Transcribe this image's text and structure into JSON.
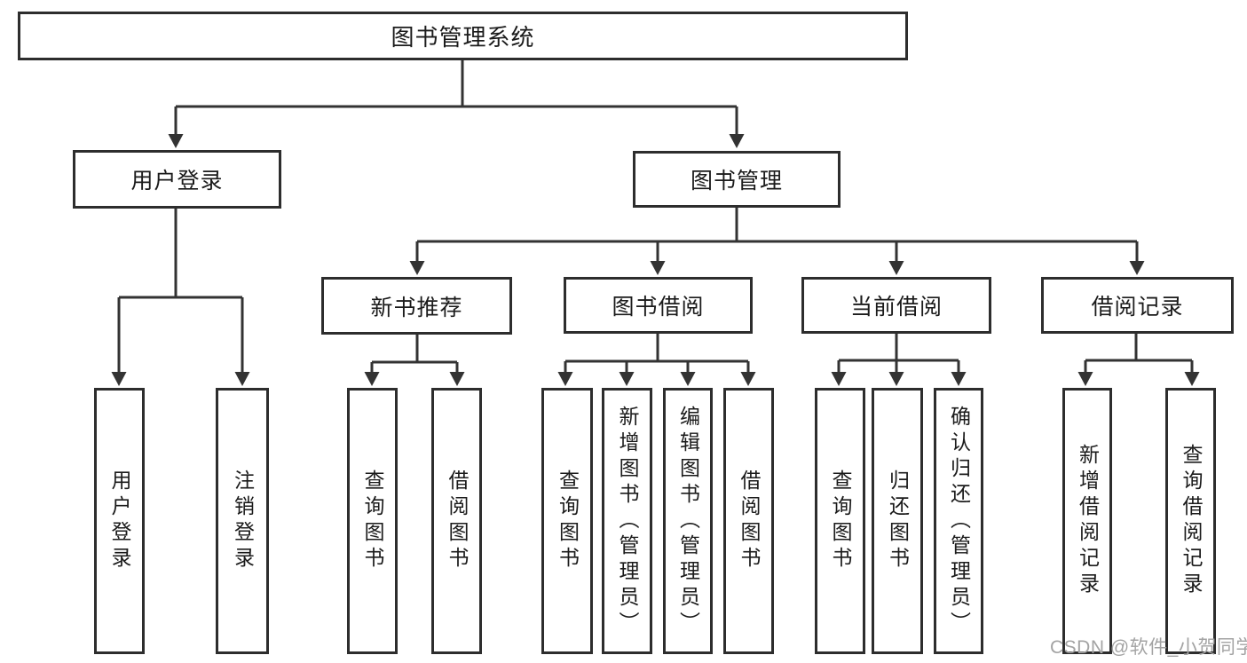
{
  "diagram": {
    "title": "图书管理系统",
    "root": {
      "label": "图书管理系统"
    },
    "level2": {
      "user_login": {
        "label": "用户登录"
      },
      "book_management": {
        "label": "图书管理"
      }
    },
    "level3": {
      "new_book_recommend": {
        "label": "新书推荐"
      },
      "book_borrowing": {
        "label": "图书借阅"
      },
      "current_borrowing": {
        "label": "当前借阅"
      },
      "borrowing_records": {
        "label": "借阅记录"
      }
    },
    "leaves": {
      "user_login": [
        "用户登录",
        "注销登录"
      ],
      "new_book_recommend": [
        "查询图书",
        "借阅图书"
      ],
      "book_borrowing": [
        "查询图书",
        "新增图书（管理员）",
        "编辑图书（管理员）",
        "借阅图书"
      ],
      "current_borrowing": [
        "查询图书",
        "归还图书",
        "确认归还（管理员）"
      ],
      "borrowing_records": [
        "新增借阅记录",
        "查询借阅记录"
      ]
    }
  },
  "watermark": "CSDN @软件_小贺同学",
  "colors": {
    "line": "#333333",
    "box_border": "#2d2d2d",
    "text": "#1b1b1b",
    "watermark": "#a3a3a3",
    "background": "#ffffff"
  }
}
